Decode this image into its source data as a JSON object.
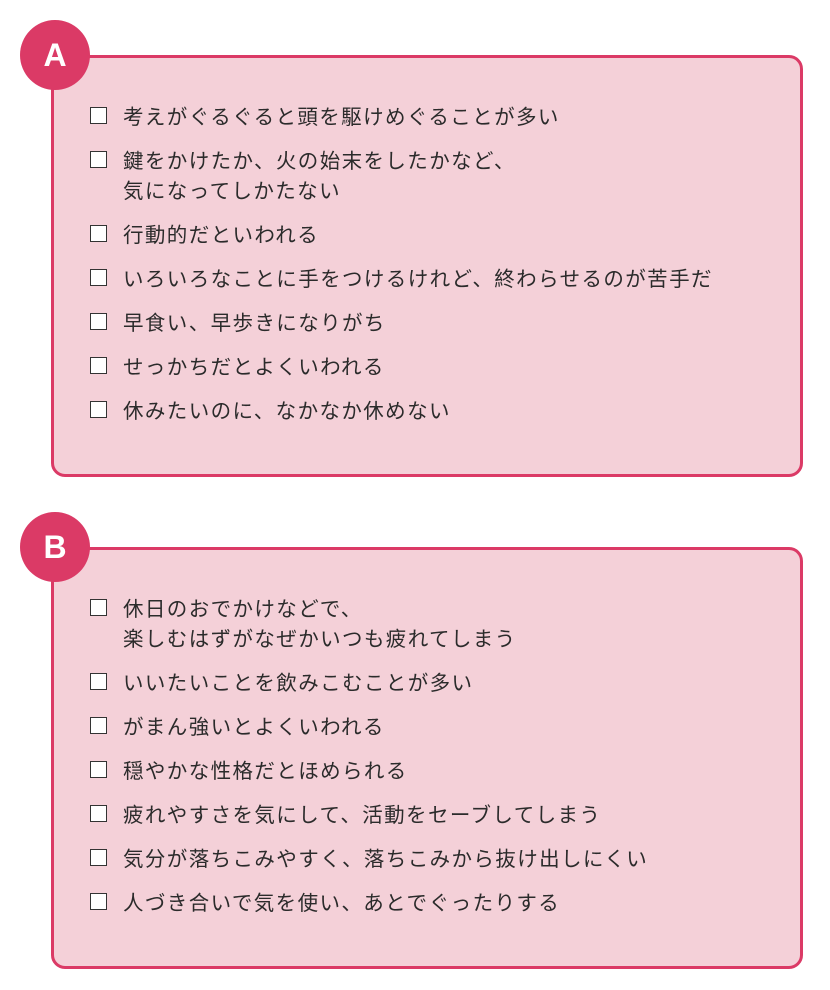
{
  "theme": {
    "accent": "#db3a66",
    "card_background": "#f4d0d8",
    "text_color": "#2b2b2b"
  },
  "sections": [
    {
      "label": "A",
      "items": [
        [
          "考えがぐるぐると頭を駆けめぐることが多い"
        ],
        [
          "鍵をかけたか、火の始末をしたかなど、",
          "気になってしかたない"
        ],
        [
          "行動的だといわれる"
        ],
        [
          "いろいろなことに手をつけるけれど、終わらせるのが苦手だ"
        ],
        [
          "早食い、早歩きになりがち"
        ],
        [
          "せっかちだとよくいわれる"
        ],
        [
          "休みたいのに、なかなか休めない"
        ]
      ]
    },
    {
      "label": "B",
      "items": [
        [
          "休日のおでかけなどで、",
          "楽しむはずがなぜかいつも疲れてしまう"
        ],
        [
          "いいたいことを飲みこむことが多い"
        ],
        [
          "がまん強いとよくいわれる"
        ],
        [
          "穏やかな性格だとほめられる"
        ],
        [
          "疲れやすさを気にして、活動をセーブしてしまう"
        ],
        [
          "気分が落ちこみやすく、落ちこみから抜け出しにくい"
        ],
        [
          "人づき合いで気を使い、あとでぐったりする"
        ]
      ]
    }
  ]
}
